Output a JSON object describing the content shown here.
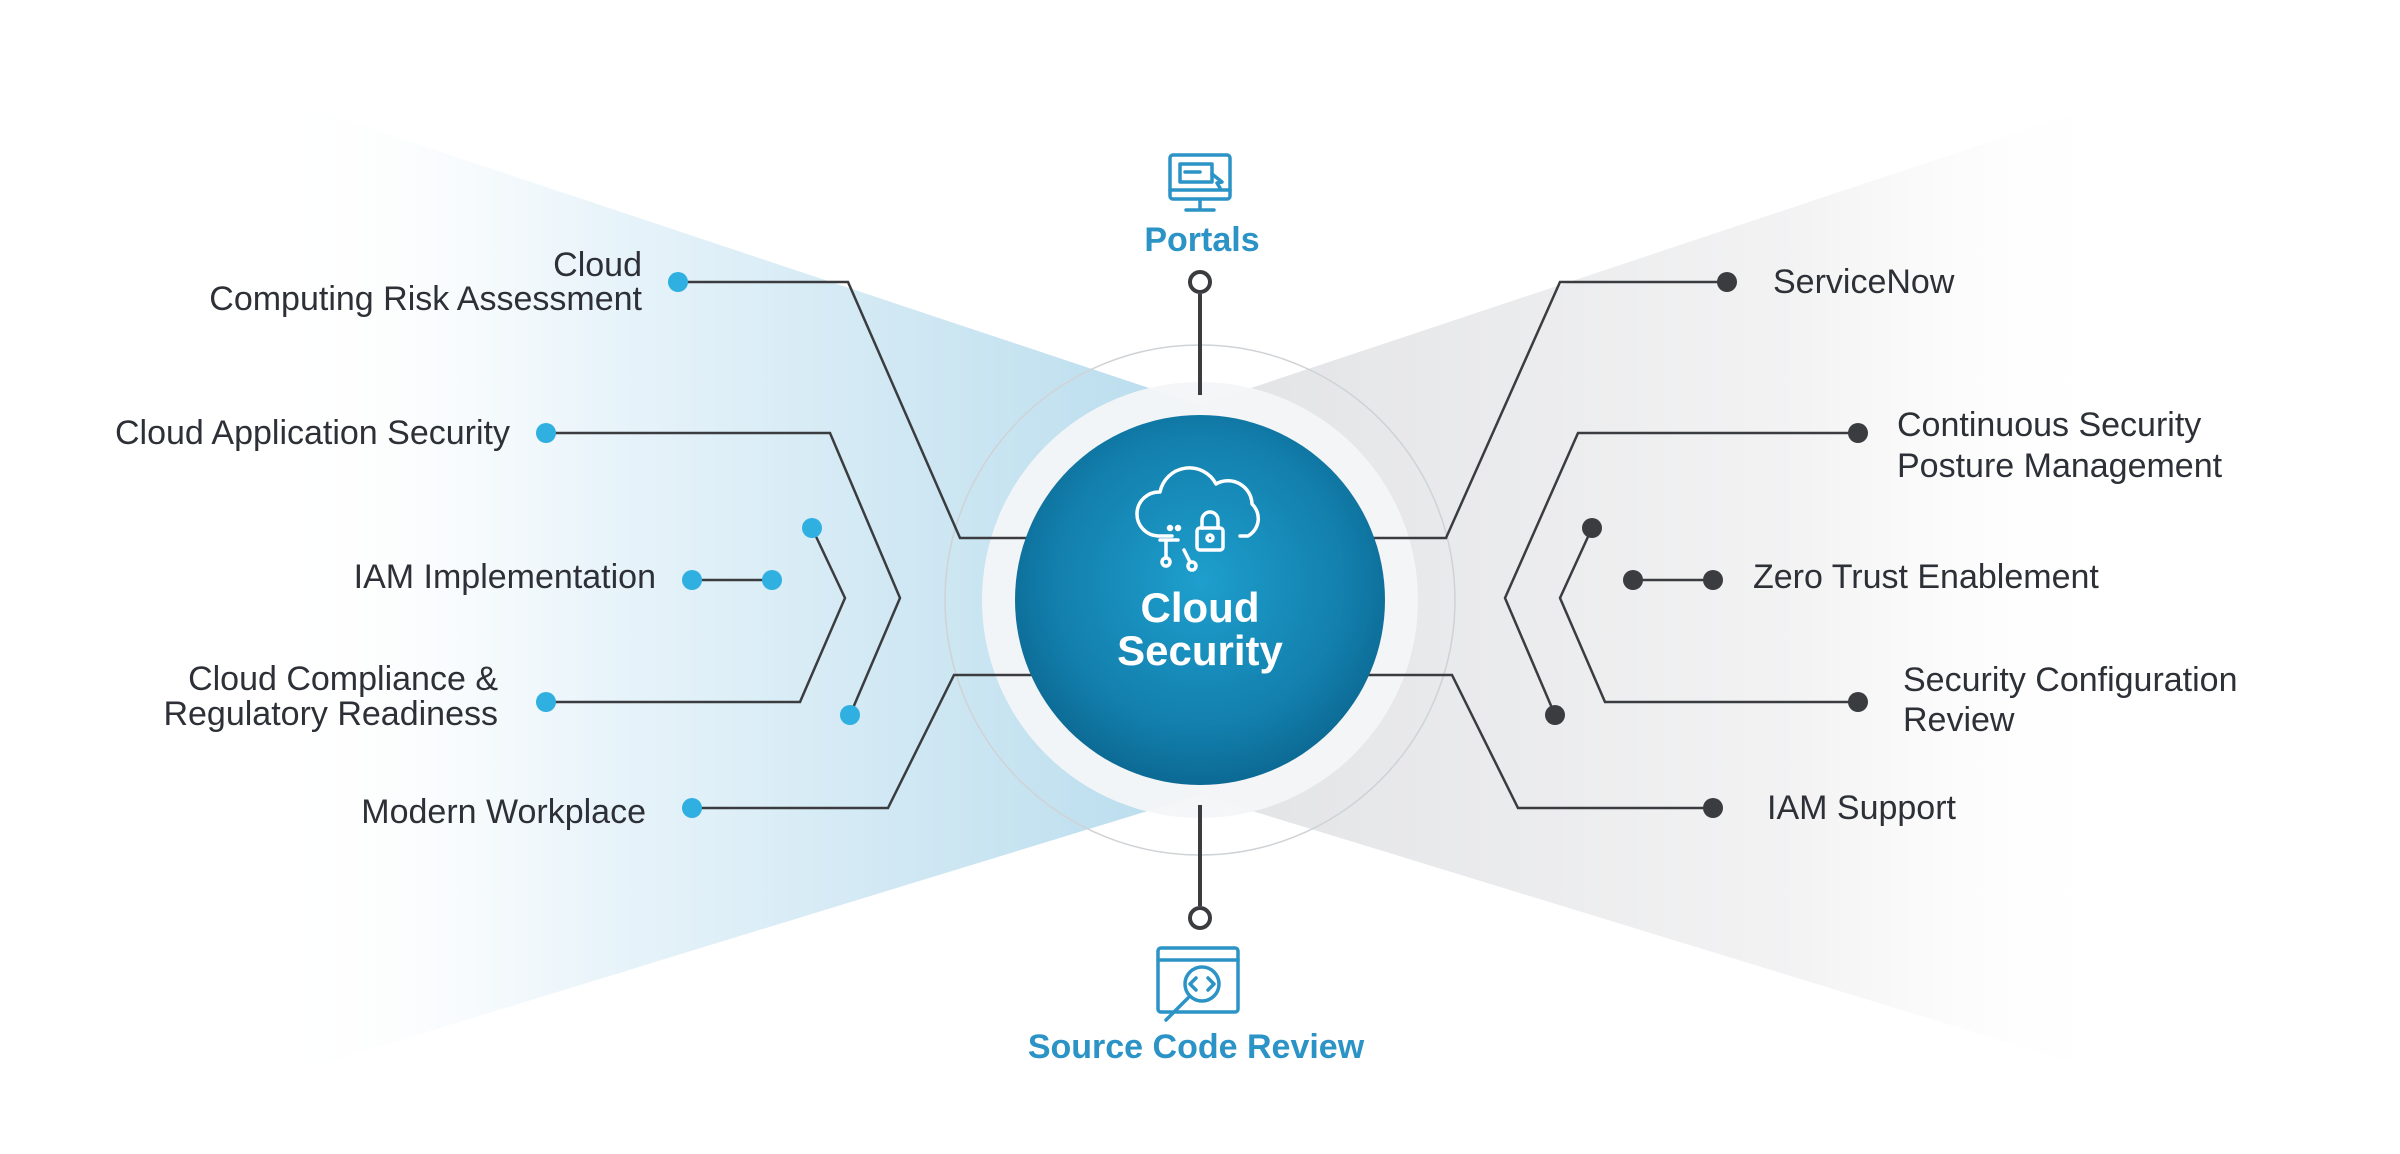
{
  "center": {
    "line1": "Cloud",
    "line2": "Security",
    "icon": "cloud-lock-icon"
  },
  "top": {
    "label": "Portals",
    "icon": "monitor-icon"
  },
  "bottom": {
    "label": "Source Code Review",
    "icon": "code-review-icon"
  },
  "left_items": [
    {
      "line1": "Cloud",
      "line2": "Computing Risk Assessment"
    },
    {
      "line1": "Cloud Application Security"
    },
    {
      "line1": "IAM Implementation"
    },
    {
      "line1": "Cloud Compliance &",
      "line2": "Regulatory Readiness"
    },
    {
      "line1": "Modern Workplace"
    }
  ],
  "right_items": [
    {
      "line1": "ServiceNow"
    },
    {
      "line1": "Continuous Security",
      "line2": "Posture Management"
    },
    {
      "line1": "Zero Trust Enablement"
    },
    {
      "line1": "Security Configuration",
      "line2": "Review"
    },
    {
      "line1": "IAM Support"
    }
  ],
  "colors": {
    "accent_blue": "#2fb0e0",
    "dark_dot": "#3a3c40",
    "center_blue": "#1580ae",
    "caption_blue": "#2b93c6"
  }
}
